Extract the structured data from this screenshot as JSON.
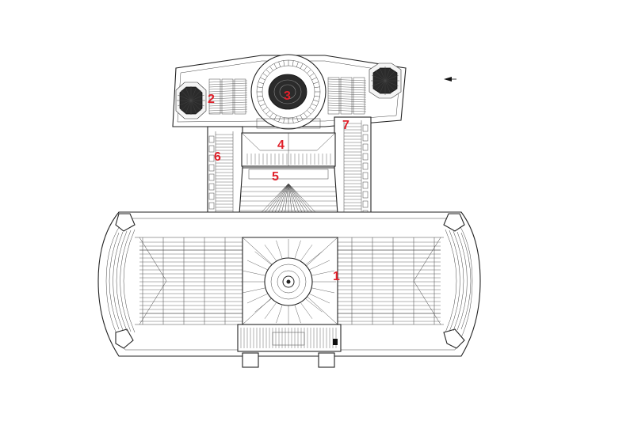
{
  "figure": {
    "type": "architectural-floor-plan",
    "colors": {
      "background": "#ffffff",
      "linework": "#222222",
      "dark_fill": "#2b2b2b",
      "label": "#e0202a"
    },
    "labels": [
      {
        "id": "label-1",
        "text": "1"
      },
      {
        "id": "label-2",
        "text": "2"
      },
      {
        "id": "label-3",
        "text": "3"
      },
      {
        "id": "label-4",
        "text": "4"
      },
      {
        "id": "label-5",
        "text": "5"
      },
      {
        "id": "label-6",
        "text": "6"
      },
      {
        "id": "label-7",
        "text": "7"
      }
    ],
    "north_arrow": {
      "icon": "north-arrow-icon"
    }
  }
}
